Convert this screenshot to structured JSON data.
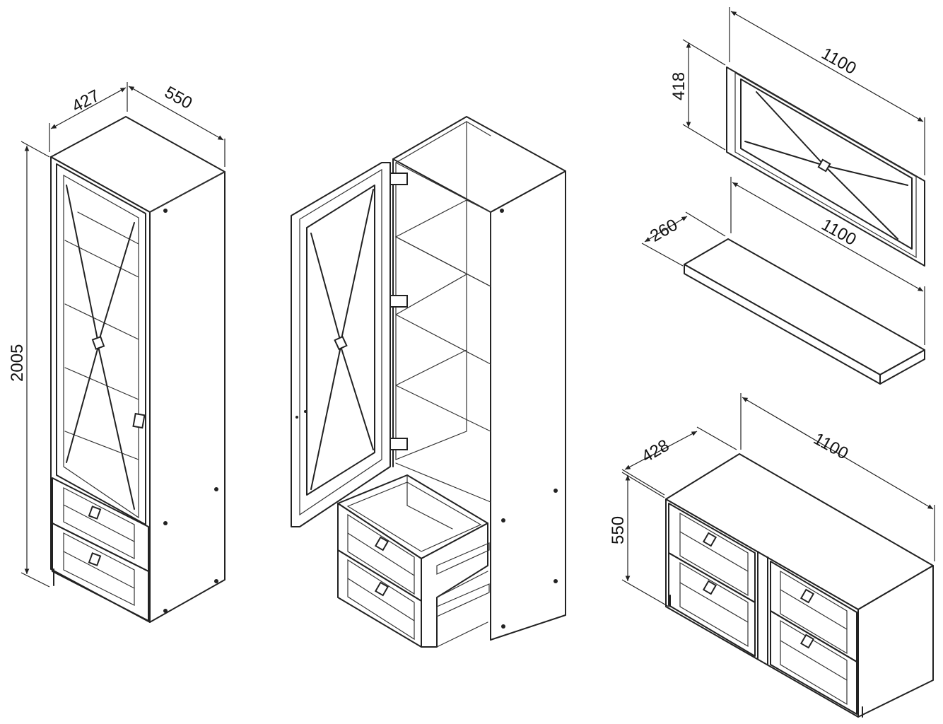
{
  "dimensions": {
    "cabinet_width": "427",
    "cabinet_depth": "550",
    "cabinet_height": "2005",
    "panel_height": "418",
    "panel_width": "1100",
    "shelf_depth": "260",
    "shelf_width": "1100",
    "chest_depth": "428",
    "chest_width": "1100",
    "chest_height": "550"
  }
}
